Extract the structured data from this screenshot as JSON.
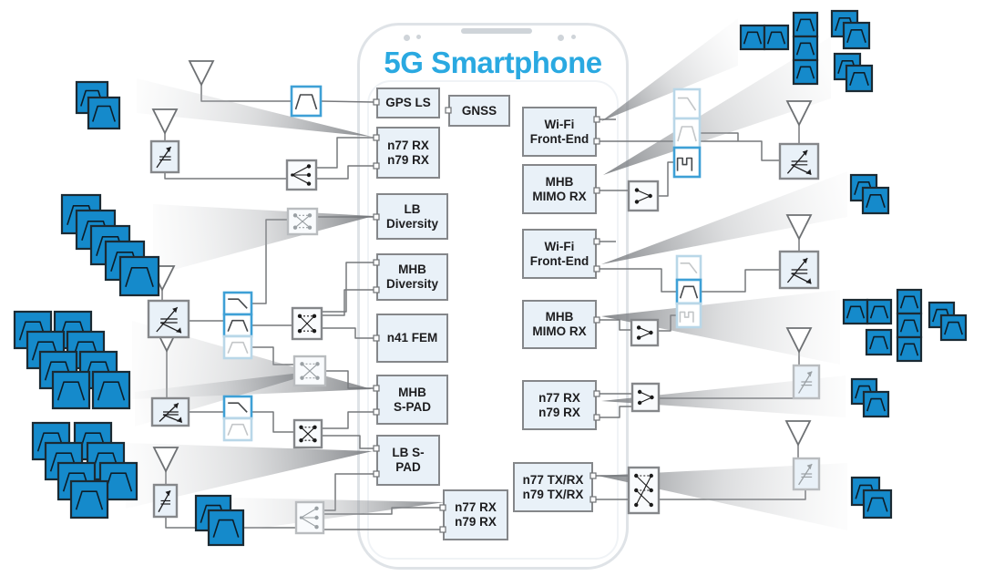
{
  "title": "5G Smartphone",
  "boxes": {
    "gps_ls": "GPS LS",
    "gnss": "GNSS",
    "n77_n79_rx_left": "n77 RX\nn79 RX",
    "lb_diversity": "LB\nDiversity",
    "mhb_diversity": "MHB\nDiversity",
    "n41_fem": "n41 FEM",
    "mhb_s_pad": "MHB\nS-PAD",
    "lb_s_pad": "LB S-\nPAD",
    "n77_n79_rx_bottom": "n77 RX\nn79 RX",
    "wifi_front_end_1": "Wi-Fi\nFront-End",
    "mhb_mimo_rx_1": "MHB\nMIMO RX",
    "wifi_front_end_2": "Wi-Fi\nFront-End",
    "mhb_mimo_rx_2": "MHB\nMIMO RX",
    "n77_n79_rx_right": "n77 RX\nn79 RX",
    "n77_n79_txrx": "n77 TX/RX\nn79 TX/RX"
  },
  "colors": {
    "accent_blue": "#2aa9e1",
    "filter_blue": "#158acb",
    "filter_outline_blue": "#3ea0d6",
    "box_fill": "#e9f1f8",
    "box_border": "#85878a",
    "wire_gray": "#77797c",
    "wedge_gray": "#9b9ea2"
  },
  "icons": {
    "antenna-icon": "inverted triangle",
    "antenna-tuner-icon": "box with variable-capacitor arrows",
    "rf-switch-icon": "box with contact dots",
    "bandpass-filter-icon": "band-pass response curve",
    "lowpass-filter-icon": "low-pass response curve",
    "bandstop-filter-icon": "double-notch response curve",
    "port": "small connection square"
  }
}
